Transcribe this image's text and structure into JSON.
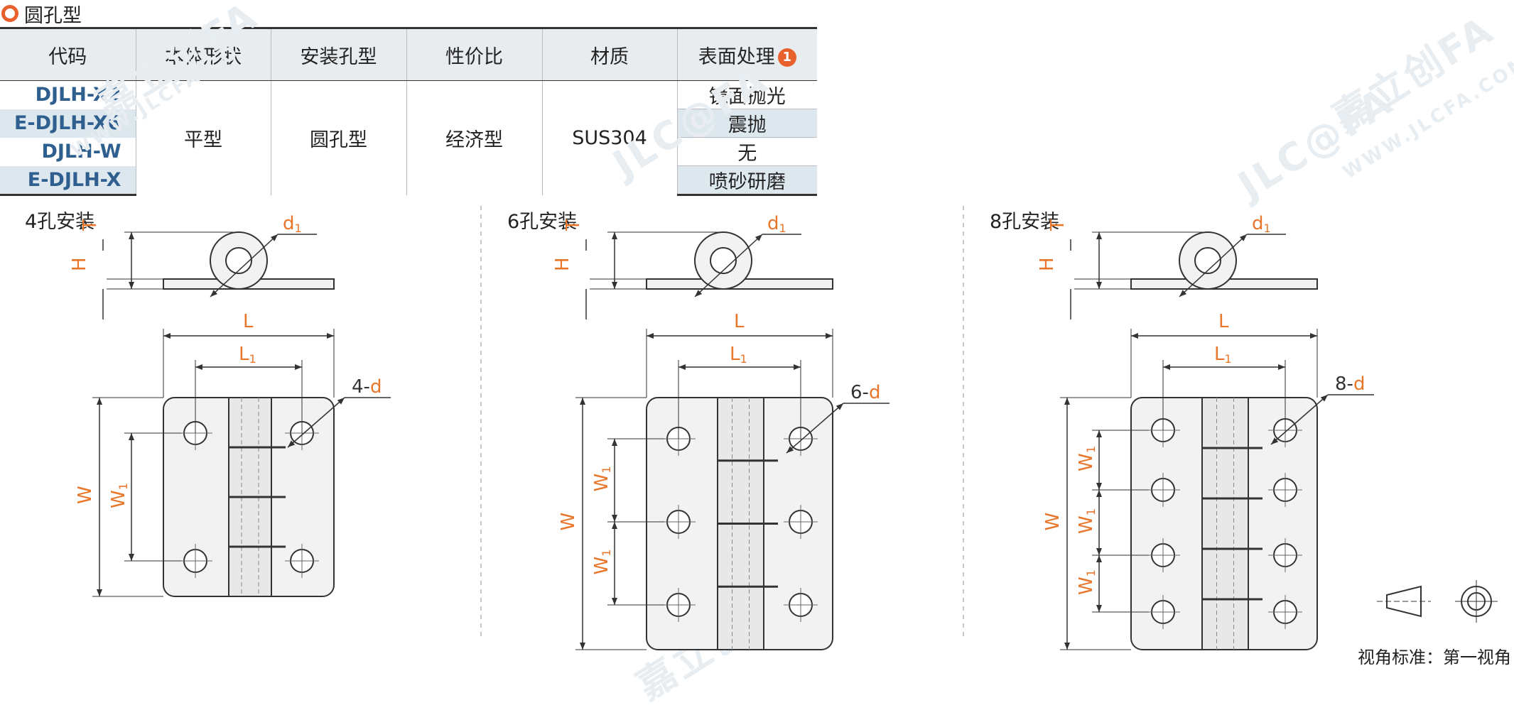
{
  "title": "圆孔型",
  "table": {
    "headers": [
      "代码",
      "本体形状",
      "安装孔型",
      "性价比",
      "材质",
      "表面处理"
    ],
    "note_badge": "1",
    "codes": [
      "DJLH-X2",
      "E-DJLH-X6",
      "DJLH-W",
      "E-DJLH-X"
    ],
    "body_shape": "平型",
    "hole_type": "圆孔型",
    "cost": "经济型",
    "material": "SUS304",
    "surface": [
      "镜面抛光",
      "震抛",
      "无",
      "喷砂研磨"
    ]
  },
  "watermarks": [
    "嘉立创FA",
    "WWW.JLCFA.COM",
    "JLC@FA",
    "嘉立创FA",
    "WWW.JLCFA.COM",
    "JLC@FA",
    "嘉立创FA"
  ],
  "views": [
    {
      "label": "4孔安装",
      "holes_label_prefix": "4-",
      "holes_label_var": "d"
    },
    {
      "label": "6孔安装",
      "holes_label_prefix": "6-",
      "holes_label_var": "d"
    },
    {
      "label": "8孔安装",
      "holes_label_prefix": "8-",
      "holes_label_var": "d"
    }
  ],
  "dims": {
    "T": "T",
    "H": "H",
    "d": "d",
    "sub1": "1",
    "L": "L",
    "W": "W"
  },
  "projection_label": "视角标准：第一视角",
  "colors": {
    "dim": "#e8762b",
    "line": "#333333",
    "code": "#2f5f8f",
    "accent": "#e8612c"
  }
}
